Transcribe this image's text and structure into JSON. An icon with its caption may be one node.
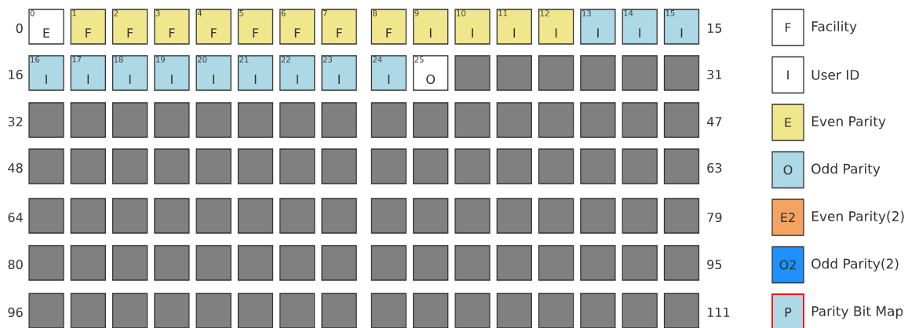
{
  "diagram": {
    "nodes": [
      {
        "text": [
          "0",
          "E"
        ]
      },
      {
        "text": [
          "1",
          "F"
        ]
      },
      {
        "text": [
          "2",
          "F"
        ]
      },
      {
        "text": [
          "3",
          "F"
        ]
      },
      {
        "text": [
          "4",
          "F"
        ]
      },
      {
        "text": [
          "5",
          "F"
        ]
      },
      {
        "text": [
          "6",
          "F"
        ]
      },
      {
        "text": [
          "7",
          "F"
        ]
      },
      {
        "text": [
          "8",
          "F"
        ]
      },
      {
        "text": [
          "9",
          "I"
        ]
      },
      {
        "text": [
          "10",
          "I"
        ]
      },
      {
        "text": [
          "11",
          "I"
        ]
      },
      {
        "text": [
          "12",
          "I"
        ]
      },
      {
        "text": [
          "13",
          "I"
        ]
      },
      {
        "text": [
          "14",
          "I"
        ]
      },
      {
        "text": [
          "15",
          "I"
        ]
      },
      {
        "text": [
          "16",
          "I"
        ]
      },
      {
        "text": [
          "17",
          "I"
        ]
      },
      {
        "text": [
          "18",
          "I"
        ]
      },
      {
        "text": [
          "19",
          "I"
        ]
      },
      {
        "text": [
          "20",
          "I"
        ]
      },
      {
        "text": [
          "21",
          "I"
        ]
      },
      {
        "text": [
          "22",
          "I"
        ]
      },
      {
        "text": [
          "23",
          "I"
        ]
      },
      {
        "text": [
          "24",
          "I"
        ]
      },
      {
        "text": [
          "25",
          "O"
        ]
      },
      {
        "text": [],
        "shape": "box"
      },
      {
        "text": [],
        "shape": "box"
      },
      {
        "text": [],
        "shape": "box"
      },
      {
        "text": [],
        "shape": "box"
      },
      {
        "text": [],
        "shape": "box"
      },
      {
        "text": [],
        "shape": "box"
      },
      {
        "text": [],
        "shape": "box"
      },
      {
        "text": [],
        "shape": "box"
      },
      {
        "text": [],
        "shape": "box"
      },
      {
        "text": [],
        "shape": "box"
      },
      {
        "text": [],
        "shape": "box"
      },
      {
        "text": [],
        "shape": "box"
      },
      {
        "text": [],
        "shape": "box"
      },
      {
        "text": [],
        "shape": "box"
      },
      {
        "text": [],
        "shape": "box"
      },
      {
        "text": [],
        "shape": "box"
      },
      {
        "text": [],
        "shape": "box"
      },
      {
        "text": [],
        "shape": "box"
      },
      {
        "text": [],
        "shape": "box"
      },
      {
        "text": [],
        "shape": "box"
      },
      {
        "text": [],
        "shape": "box"
      },
      {
        "text": [],
        "shape": "box"
      },
      {
        "text": [],
        "shape": "box"
      },
      {
        "text": [],
        "shape": "box"
      },
      {
        "text": [],
        "shape": "box"
      },
      {
        "text": [],
        "shape": "box"
      },
      {
        "text": [],
        "shape": "box"
      },
      {
        "text": [],
        "shape": "box"
      },
      {
        "text": [],
        "shape": "box"
      },
      {
        "text": [],
        "shape": "box"
      },
      {
        "text": [],
        "shape": "box"
      },
      {
        "text": [],
        "shape": "box"
      },
      {
        "text": [],
        "shape": "box"
      },
      {
        "text": [],
        "shape": "box"
      },
      {
        "text": [],
        "shape": "box"
      },
      {
        "text": [],
        "shape": "box"
      },
      {
        "text": [],
        "shape": "box"
      },
      {
        "text": [],
        "shape": "box"
      },
      {
        "text": [],
        "shape": "box"
      },
      {
        "text": [],
        "shape": "box"
      },
      {
        "text": [],
        "shape": "box"
      },
      {
        "text": [],
        "shape": "box"
      },
      {
        "text": [],
        "shape": "box"
      },
      {
        "text": [],
        "shape": "box"
      },
      {
        "text": [],
        "shape": "box"
      },
      {
        "text": [],
        "shape": "box"
      },
      {
        "text": [],
        "shape": "box"
      },
      {
        "text": [],
        "shape": "box"
      },
      {
        "text": [],
        "shape": "box"
      },
      {
        "text": [],
        "shape": "box"
      },
      {
        "text": [],
        "shape": "box"
      },
      {
        "text": [],
        "shape": "box"
      },
      {
        "text": [],
        "shape": "box"
      },
      {
        "text": [],
        "shape": "box"
      },
      {
        "text": [],
        "shape": "box"
      },
      {
        "text": [],
        "shape": "box"
      },
      {
        "text": [],
        "shape": "box"
      },
      {
        "text": [],
        "shape": "box"
      },
      {
        "text": [],
        "shape": "box"
      },
      {
        "text": [],
        "shape": "box"
      },
      {
        "text": [],
        "shape": "box"
      },
      {
        "text": [],
        "shape": "box"
      },
      {
        "text": [],
        "shape": "box"
      },
      {
        "text": [],
        "shape": "box"
      },
      {
        "text": [],
        "shape": "box"
      },
      {
        "text": [],
        "shape": "box"
      },
      {
        "text": [],
        "shape": "box"
      },
      {
        "text": [],
        "shape": "box"
      },
      {
        "text": [],
        "shape": "box"
      },
      {
        "text": [],
        "shape": "box"
      },
      {
        "text": [],
        "shape": "box"
      },
      {
        "text": [],
        "shape": "box"
      },
      {
        "text": [],
        "shape": "box"
      },
      {
        "text": [],
        "shape": "box"
      },
      {
        "text": [],
        "shape": "box"
      },
      {
        "text": [],
        "shape": "box"
      },
      {
        "text": [],
        "shape": "box"
      },
      {
        "text": [],
        "shape": "box"
      },
      {
        "text": [],
        "shape": "box"
      },
      {
        "text": [],
        "shape": "box"
      },
      {
        "text": [],
        "shape": "box"
      },
      {
        "text": [],
        "shape": "box"
      },
      {
        "text": [],
        "shape": "box"
      },
      {
        "text": [],
        "shape": "box"
      },
      {
        "text": [],
        "shape": "box"
      },
      {
        "text": [],
        "shape": "box"
      }
    ],
    "labels": [
      "0",
      "16",
      "32",
      "48",
      "64",
      "80",
      "96",
      "15",
      "31",
      "47",
      "63",
      "79",
      "95",
      "111",
      "F",
      "I",
      "E",
      "O",
      "E2",
      "O2",
      "P"
    ],
    "legend": [
      {
        "text": "Facility"
      },
      {
        "text": "User ID"
      },
      {
        "text": "Even Parity",
        "color": "#f0e68c"
      },
      {
        "text": "Odd Parity",
        "color": "#add8e6"
      },
      {
        "text": "Even Parity(2)",
        "color": "#f4a460"
      },
      {
        "text": "Odd Parity(2)",
        "color": "#1e90ff"
      },
      {
        "text": "Parity Bit Map",
        "color": "#add8e6"
      }
    ]
  }
}
